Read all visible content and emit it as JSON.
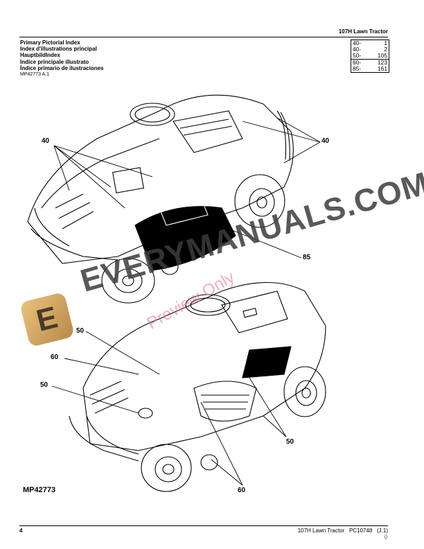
{
  "header": {
    "title": "107H Lawn Tractor"
  },
  "index_titles": [
    "Primary Pictorial Index",
    "Index d'illustrations principal",
    "HauptbildIndex",
    "Indice principale illustrato",
    "Índice primario de ilustraciones"
  ],
  "figure_ref": "MP42773 A.1",
  "ref_table": [
    {
      "section": "40-",
      "page": "1"
    },
    {
      "section": "40-",
      "page": "2"
    },
    {
      "section": "50-",
      "page": "105"
    },
    {
      "section": "60-",
      "page": "123"
    },
    {
      "section": "85-",
      "page": "161"
    }
  ],
  "callouts": {
    "c40_left": "40",
    "c40_right": "40",
    "c85": "85",
    "c50_top": "50",
    "c60_left": "60",
    "c50_left": "50",
    "c50_right": "50",
    "c60_bottom": "60"
  },
  "figure_id": "MP42773",
  "watermark": {
    "logo_letter": "E",
    "text": "EVERYMANUALS.COM",
    "preview": "Preview Only"
  },
  "footer": {
    "page_number": "4",
    "text": "107H Lawn Tractor   PC10748   (J.1)",
    "sub": "()"
  }
}
